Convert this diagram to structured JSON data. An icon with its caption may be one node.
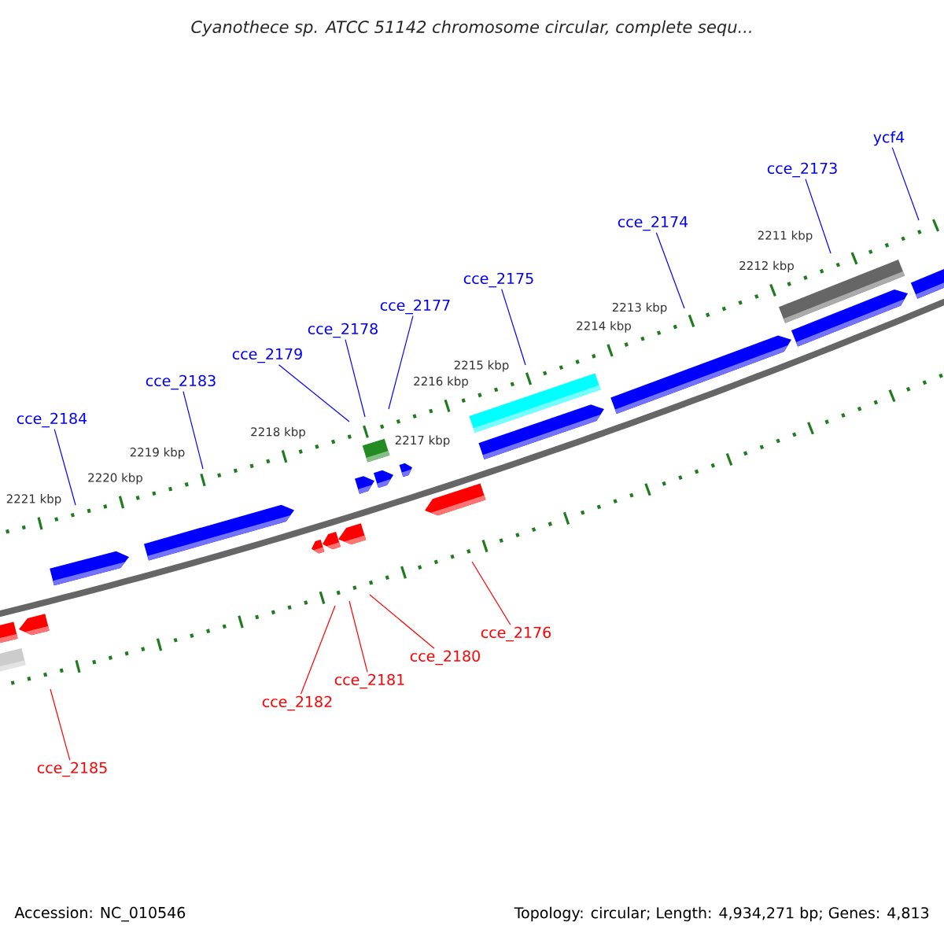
{
  "diagram": {
    "title": "Cyanothece sp. ATCC 51142 chromosome circular, complete sequ...",
    "nodes": [
      {
        "text": [
          "cce_2184"
        ]
      },
      {
        "text": [
          "cce_2183"
        ]
      },
      {
        "text": [
          "cce_2179"
        ]
      },
      {
        "text": [
          "cce_2178"
        ]
      },
      {
        "text": [
          "cce_2177"
        ]
      },
      {
        "text": [
          "cce_2175"
        ]
      },
      {
        "text": [
          "cce_2174"
        ]
      },
      {
        "text": [
          "cce_2173"
        ]
      },
      {
        "text": [
          "ycf4"
        ]
      },
      {
        "text": [
          "cce_2185"
        ]
      },
      {
        "text": [
          "cce_2182"
        ]
      },
      {
        "text": [
          "cce_2181"
        ]
      },
      {
        "text": [
          "cce_2180"
        ]
      },
      {
        "text": [
          "cce_2176"
        ]
      }
    ],
    "edges": [
      {
        "from": 0,
        "to": null,
        "arrow": "none"
      },
      {
        "from": 1,
        "to": null,
        "arrow": "none"
      },
      {
        "from": 2,
        "to": null,
        "arrow": "none"
      },
      {
        "from": 3,
        "to": null,
        "arrow": "none"
      },
      {
        "from": 4,
        "to": null,
        "arrow": "none"
      },
      {
        "from": 5,
        "to": null,
        "arrow": "none"
      },
      {
        "from": 6,
        "to": null,
        "arrow": "none"
      },
      {
        "from": 7,
        "to": null,
        "arrow": "none"
      },
      {
        "from": 8,
        "to": null,
        "arrow": "none"
      },
      {
        "from": 9,
        "to": null,
        "arrow": "none",
        "color": "#ff0000"
      },
      {
        "from": 10,
        "to": null,
        "arrow": "none",
        "color": "#ff0000"
      },
      {
        "from": 11,
        "to": null,
        "arrow": "none",
        "color": "#ff0000"
      },
      {
        "from": 12,
        "to": null,
        "arrow": "none",
        "color": "#ff0000"
      },
      {
        "from": 13,
        "to": null,
        "arrow": "none",
        "color": "#ff0000"
      }
    ],
    "labels": [
      "2221 kbp",
      "2220 kbp",
      "2219 kbp",
      "2218 kbp",
      "2217 kbp",
      "2216 kbp",
      "2215 kbp",
      "2214 kbp",
      "2213 kbp",
      "2212 kbp",
      "2211 kbp",
      "Accession: NC_010546",
      "Topology: circular; Length: 4,934,271 bp; Genes: 4,813"
    ]
  }
}
